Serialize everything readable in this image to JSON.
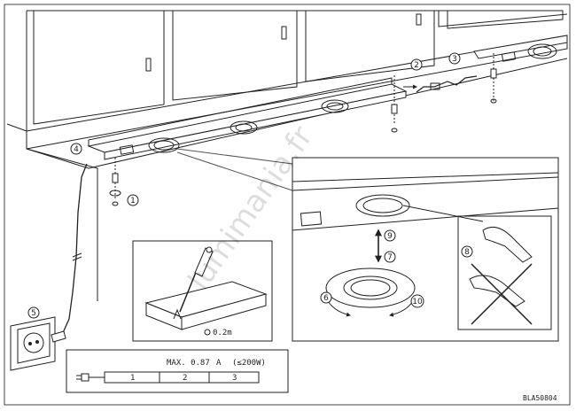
{
  "steps": [
    "1",
    "2",
    "3",
    "4",
    "5",
    "6",
    "7",
    "8",
    "9",
    "10"
  ],
  "spec": {
    "max": "MAX. 0.87",
    "unit": "A",
    "power": "(≤200W)"
  },
  "chain_segments": [
    "1",
    "2",
    "3"
  ],
  "cable_length": "0.2m",
  "watermark": "lumimania.fr",
  "doc_code": "BLA50804"
}
